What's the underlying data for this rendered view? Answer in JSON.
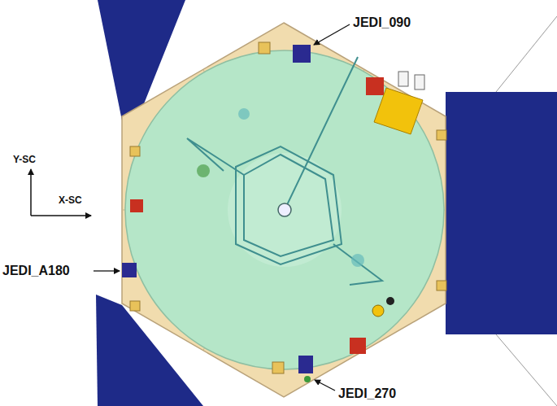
{
  "diagram": {
    "labels": [
      "JEDI_090",
      "Y-SC",
      "X-SC",
      "JEDI_A180",
      "JEDI_270"
    ]
  }
}
